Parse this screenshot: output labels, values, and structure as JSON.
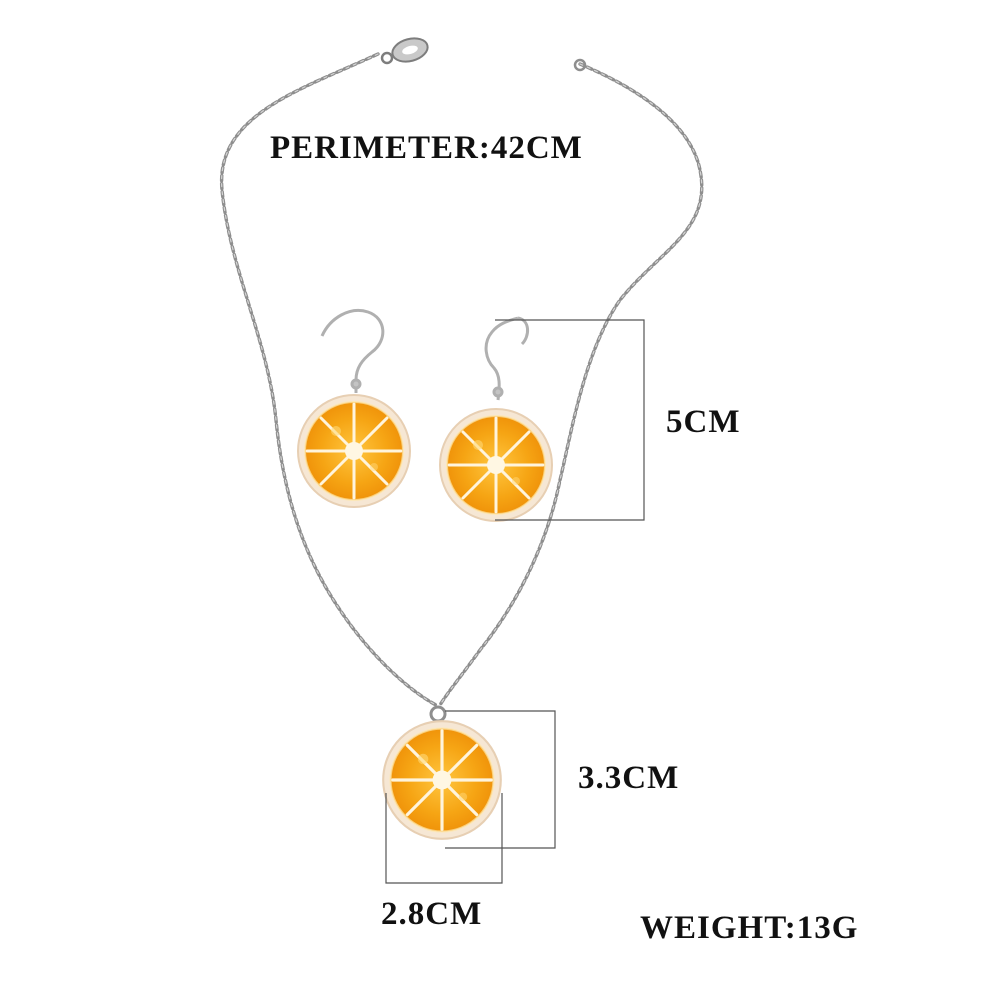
{
  "labels": {
    "perimeter": "PERIMETER:42CM",
    "earring_height": "5CM",
    "pendant_height": "3.3CM",
    "pendant_width": "2.8CM",
    "weight": "WEIGHT:13G"
  },
  "colors": {
    "background": "#ffffff",
    "text": "#111111",
    "chain": "#9a9a9a",
    "orange_flesh": "#f5a00f",
    "orange_rind": "#f7e8d6",
    "dimension_line": "#555555"
  }
}
